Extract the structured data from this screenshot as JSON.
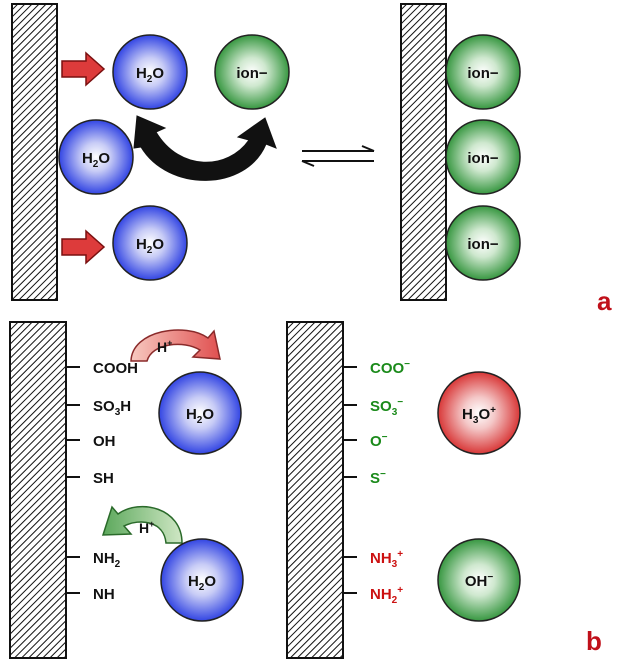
{
  "panel_a": {
    "label": "a",
    "left_molecules": [
      {
        "base": "H",
        "sub": "2",
        "tail": "O"
      },
      {
        "base": "H",
        "sub": "2",
        "tail": "O"
      },
      {
        "base": "H",
        "sub": "2",
        "tail": "O"
      }
    ],
    "free_ion": "ion−",
    "right_ions": [
      "ion−",
      "ion−",
      "ion−"
    ],
    "equilibrium_symbol": "⇌"
  },
  "panel_b": {
    "label": "b",
    "left_groups": [
      {
        "base": "COOH",
        "sub": "",
        "tail": ""
      },
      {
        "base": "SO",
        "sub": "3",
        "tail": "H"
      },
      {
        "base": "OH",
        "sub": "",
        "tail": ""
      },
      {
        "base": "SH",
        "sub": "",
        "tail": ""
      },
      {
        "base": "NH",
        "sub": "2",
        "tail": ""
      },
      {
        "base": "NH",
        "sub": "",
        "tail": ""
      }
    ],
    "proton_label": {
      "base": "H",
      "sup": "+"
    },
    "water": {
      "base": "H",
      "sub": "2",
      "tail": "O"
    },
    "right_groups": [
      {
        "base": "COO",
        "sup": "−"
      },
      {
        "base": "SO",
        "sub": "3",
        "sup": "−"
      },
      {
        "base": "O",
        "sup": "−"
      },
      {
        "base": "S",
        "sup": "−"
      },
      {
        "base": "NH",
        "sub": "3",
        "sup": "+"
      },
      {
        "base": "NH",
        "sub": "2",
        "sup": "+"
      }
    ],
    "hydronium": {
      "base": "H",
      "sub": "3",
      "tail": "O",
      "sup": "+"
    },
    "hydroxide": {
      "base": "OH",
      "sup": "−"
    }
  },
  "colors": {
    "water_blue": "#2233dd",
    "ion_green": "#1f8a2a",
    "hydronium_red": "#d42020",
    "anion_text_green": "#1a8a1a",
    "cation_text_red": "#cc1111",
    "panel_label_red": "#c0101a",
    "arrow_red": "#dd3b3b"
  }
}
